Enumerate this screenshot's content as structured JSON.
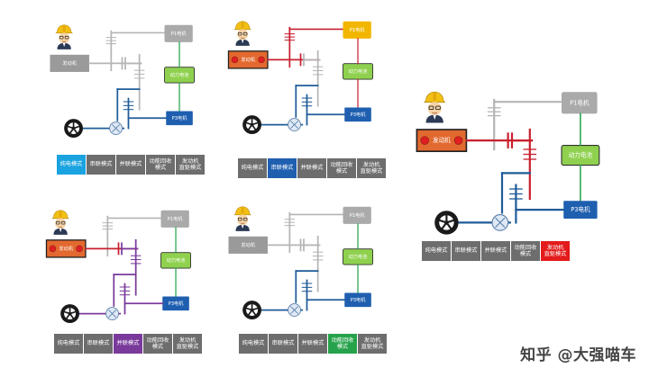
{
  "colors": {
    "shaft_gray": "#b5b5b5",
    "shaft_blue": "#1f5c99",
    "shaft_red": "#c8202e",
    "shaft_purple": "#7a3a9c",
    "shaft_green": "#25a24a",
    "engine_off": "#9a9a9a",
    "engine_on": "#e2692f",
    "generator_off": "#aaaaaa",
    "generator_on": "#f2b600",
    "battery": "#8fd14f",
    "motor_p3": "#1f5fb0",
    "mode_default": "#6d6d6d",
    "highlight_ev": "#1aa3e0",
    "highlight_series": "#1f5fb0",
    "highlight_parallel": "#7a3a9c",
    "highlight_regen": "#25a24a",
    "highlight_engine": "#e31b1b"
  },
  "labels": {
    "engine": "发动机",
    "generator": "P1电机",
    "battery": "动力电池",
    "motor": "P3电机"
  },
  "modes": [
    "纯电模式",
    "串联模式",
    "并联模式",
    "动能回收\n模式",
    "发动机\n直驱模式"
  ],
  "panels": [
    {
      "id": "ev",
      "active_mode": 0,
      "engine_on": false,
      "generator_on": false
    },
    {
      "id": "series",
      "active_mode": 1,
      "engine_on": true,
      "generator_on": true
    },
    {
      "id": "parallel",
      "active_mode": 2,
      "engine_on": true,
      "generator_on": false
    },
    {
      "id": "regen",
      "active_mode": 3,
      "engine_on": false,
      "generator_on": false
    },
    {
      "id": "engine-direct",
      "active_mode": 4,
      "engine_on": true,
      "generator_on": false
    }
  ],
  "watermark": "知乎 @大强喵车"
}
